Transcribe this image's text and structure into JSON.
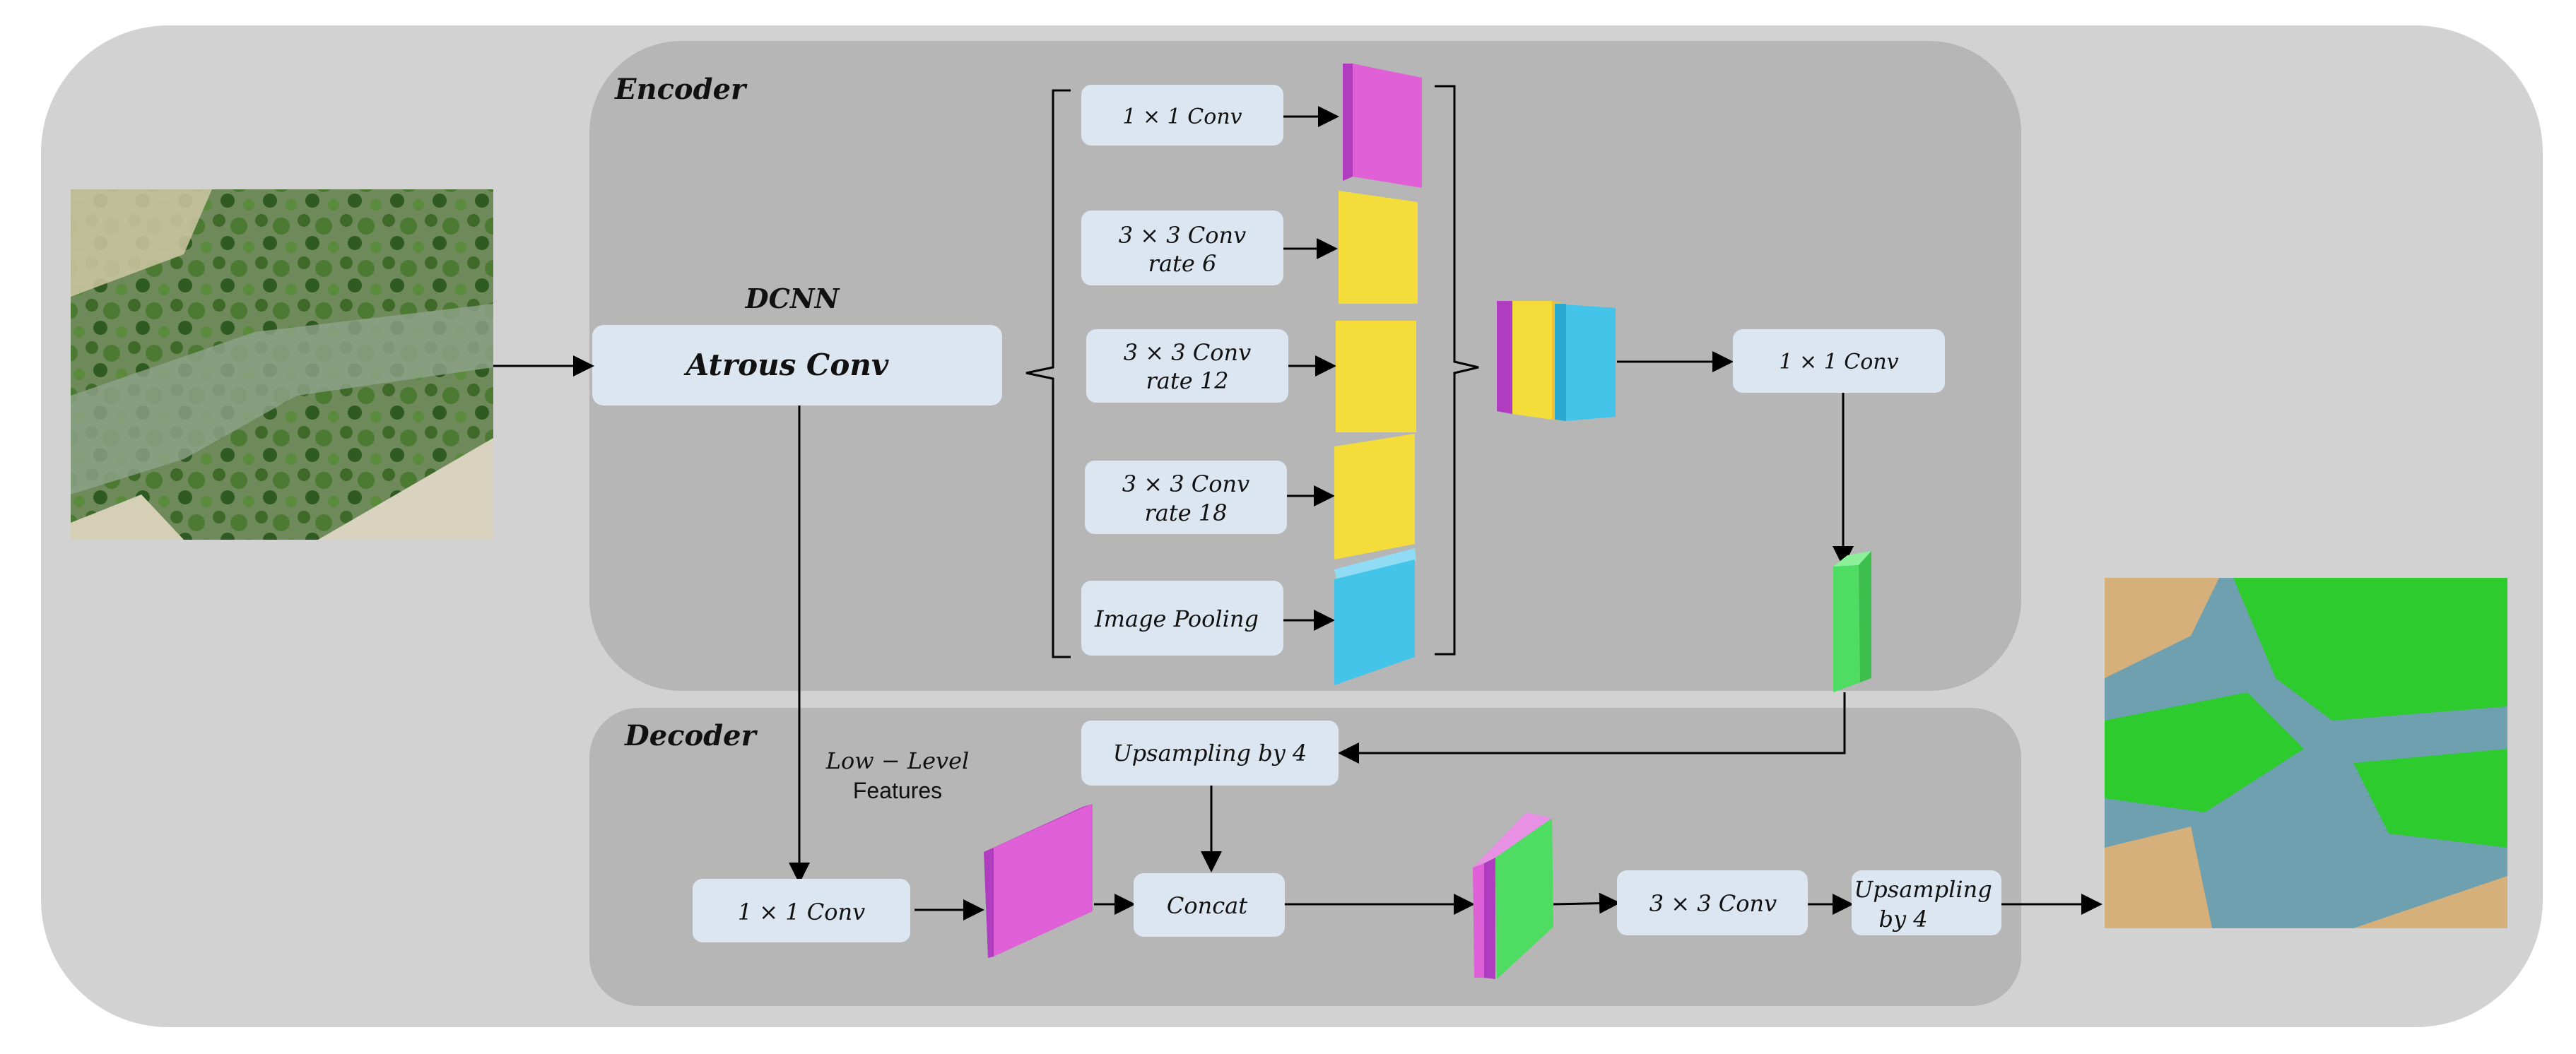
{
  "encoder": {
    "title": "Encoder",
    "dcnn_label": "DCNN",
    "atrous_conv": "Atrous Conv",
    "branches": {
      "conv1x1": "1 × 1 Conv",
      "conv3x3_r6": [
        "3 × 3 Conv",
        "rate 6"
      ],
      "conv3x3_r12": [
        "3 × 3 Conv",
        "rate 12"
      ],
      "conv3x3_r18": [
        "3 × 3 Conv",
        "rate 18"
      ],
      "image_pooling": "Image Pooling"
    },
    "post_concat_conv": "1 × 1 Conv"
  },
  "decoder": {
    "title": "Decoder",
    "low_level_label": [
      "Low − Level",
      "Features"
    ],
    "conv1x1": "1 × 1 Conv",
    "upsampling_top": "Upsampling by 4",
    "concat": "Concat",
    "conv3x3": "3 × 3 Conv",
    "upsampling_final": [
      "Upsampling",
      "by 4"
    ]
  },
  "colors": {
    "outer_panel": "#d2d2d2",
    "inner_panel": "#b6b6b6",
    "box_fill": "#dce6f0",
    "magenta": "#e060d8",
    "yellow": "#f4dc3a",
    "cyan": "#45c4ea",
    "green": "#4fdc63"
  },
  "images": {
    "input": "aerial-photo-input",
    "output": "segmentation-mask-output"
  }
}
